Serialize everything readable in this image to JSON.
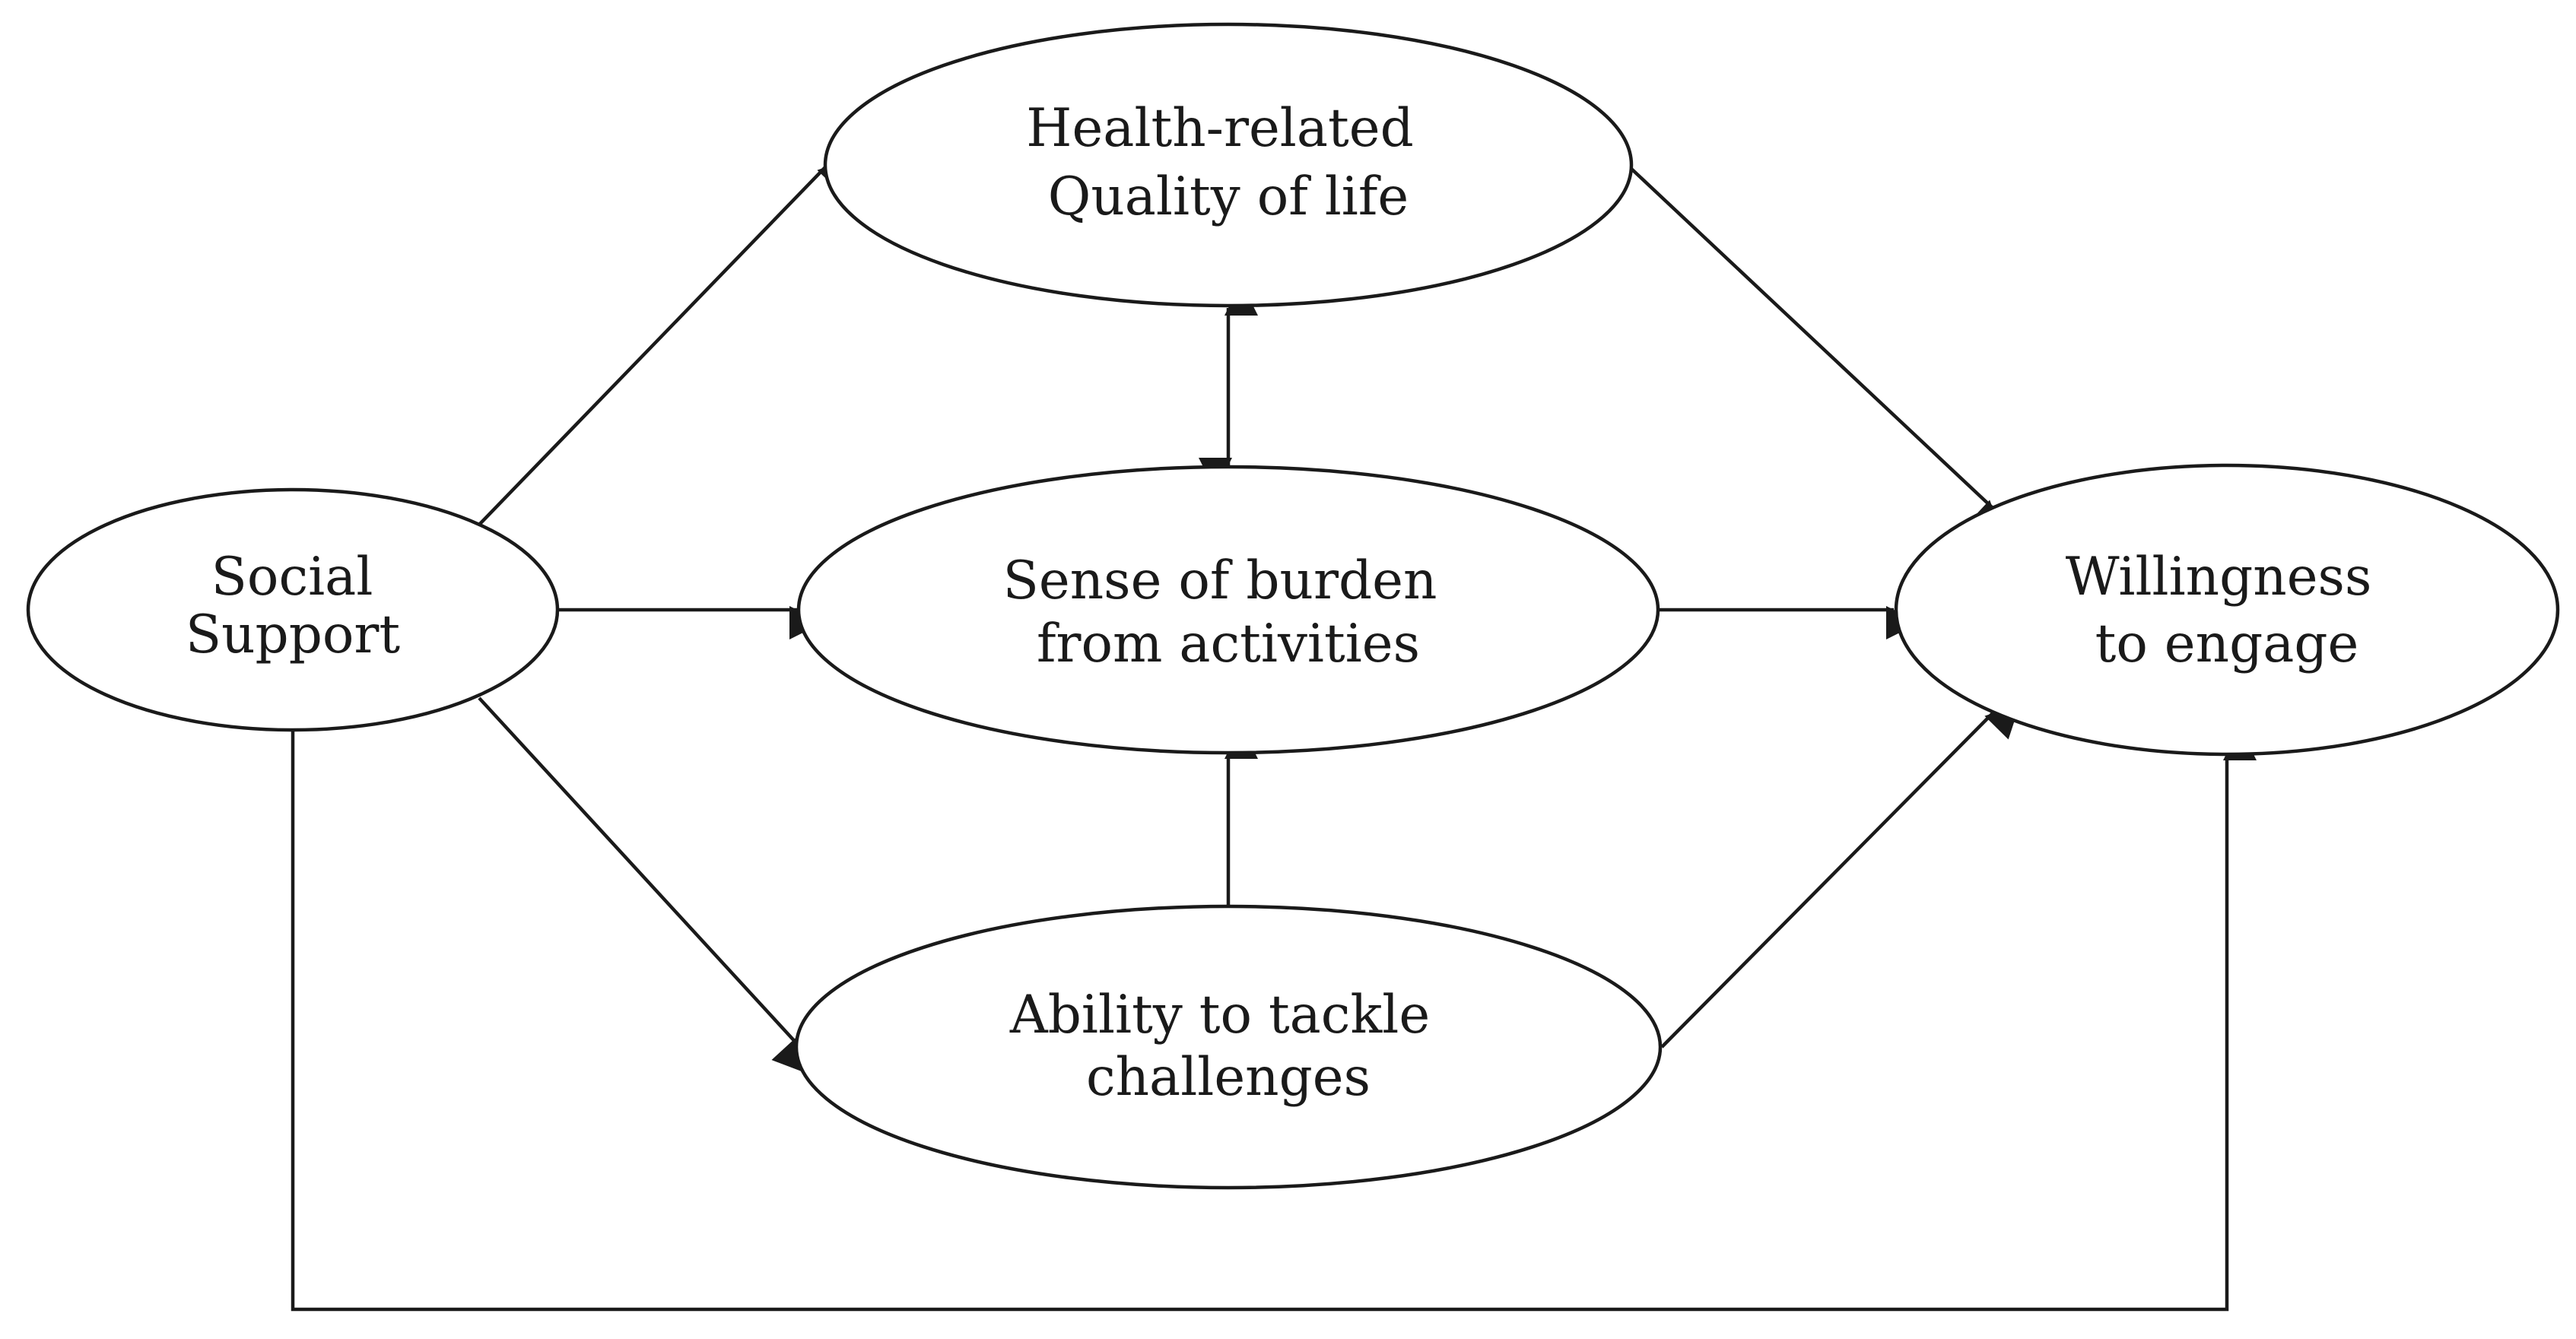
{
  "nodes": {
    "social": {
      "line1": "Social",
      "line2": "Support"
    },
    "health": {
      "line1": "Health-related",
      "line2": "Quality of life"
    },
    "burden": {
      "line1": "Sense of burden",
      "line2": "from activities"
    },
    "ability": {
      "line1": "Ability to tackle",
      "line2": "challenges"
    },
    "willingness": {
      "line1": "Willingness",
      "line2": "to engage"
    }
  },
  "edges": [
    {
      "from": "Social Support",
      "to": "Health-related Quality of life",
      "direction": "one-way"
    },
    {
      "from": "Social Support",
      "to": "Sense of burden from activities",
      "direction": "one-way"
    },
    {
      "from": "Social Support",
      "to": "Ability to tackle challenges",
      "direction": "one-way"
    },
    {
      "from": "Social Support",
      "to": "Willingness to engage",
      "direction": "one-way"
    },
    {
      "from": "Health-related Quality of life",
      "to": "Sense of burden from activities",
      "direction": "two-way"
    },
    {
      "from": "Ability to tackle challenges",
      "to": "Sense of burden from activities",
      "direction": "one-way"
    },
    {
      "from": "Health-related Quality of life",
      "to": "Willingness to engage",
      "direction": "one-way"
    },
    {
      "from": "Sense of burden from activities",
      "to": "Willingness to engage",
      "direction": "one-way"
    },
    {
      "from": "Ability to tackle challenges",
      "to": "Willingness to engage",
      "direction": "one-way"
    }
  ]
}
